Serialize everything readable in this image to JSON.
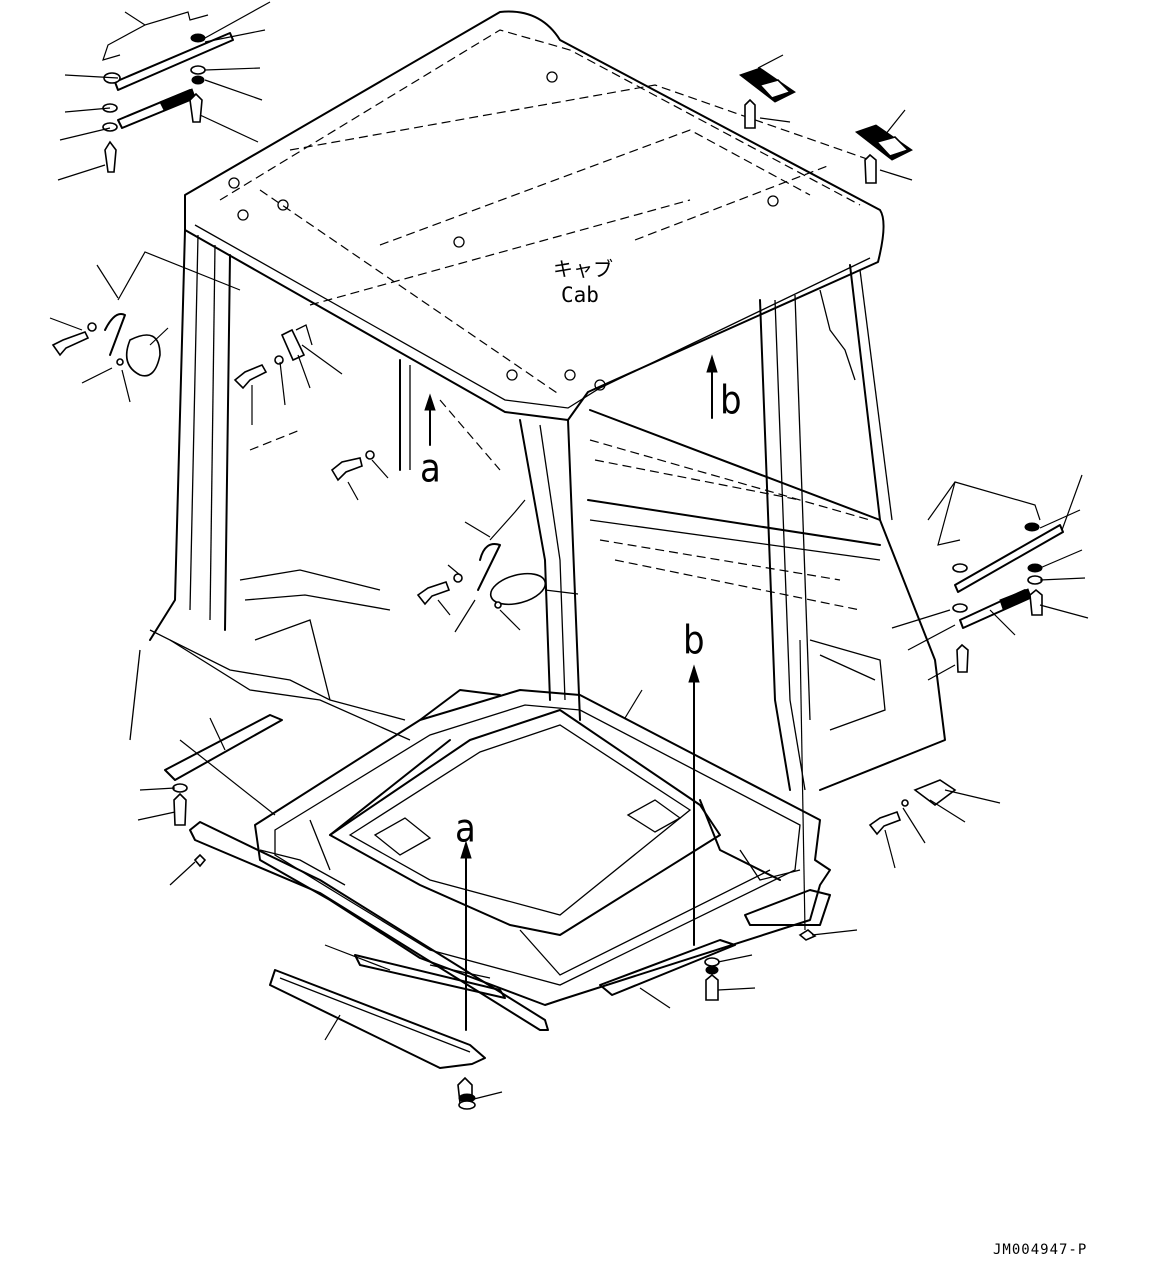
{
  "labels": {
    "cab_jp": "キャブ",
    "cab_en": "Cab",
    "view_a": "a",
    "view_b": "b",
    "drawing_code": "JM004947-P"
  }
}
